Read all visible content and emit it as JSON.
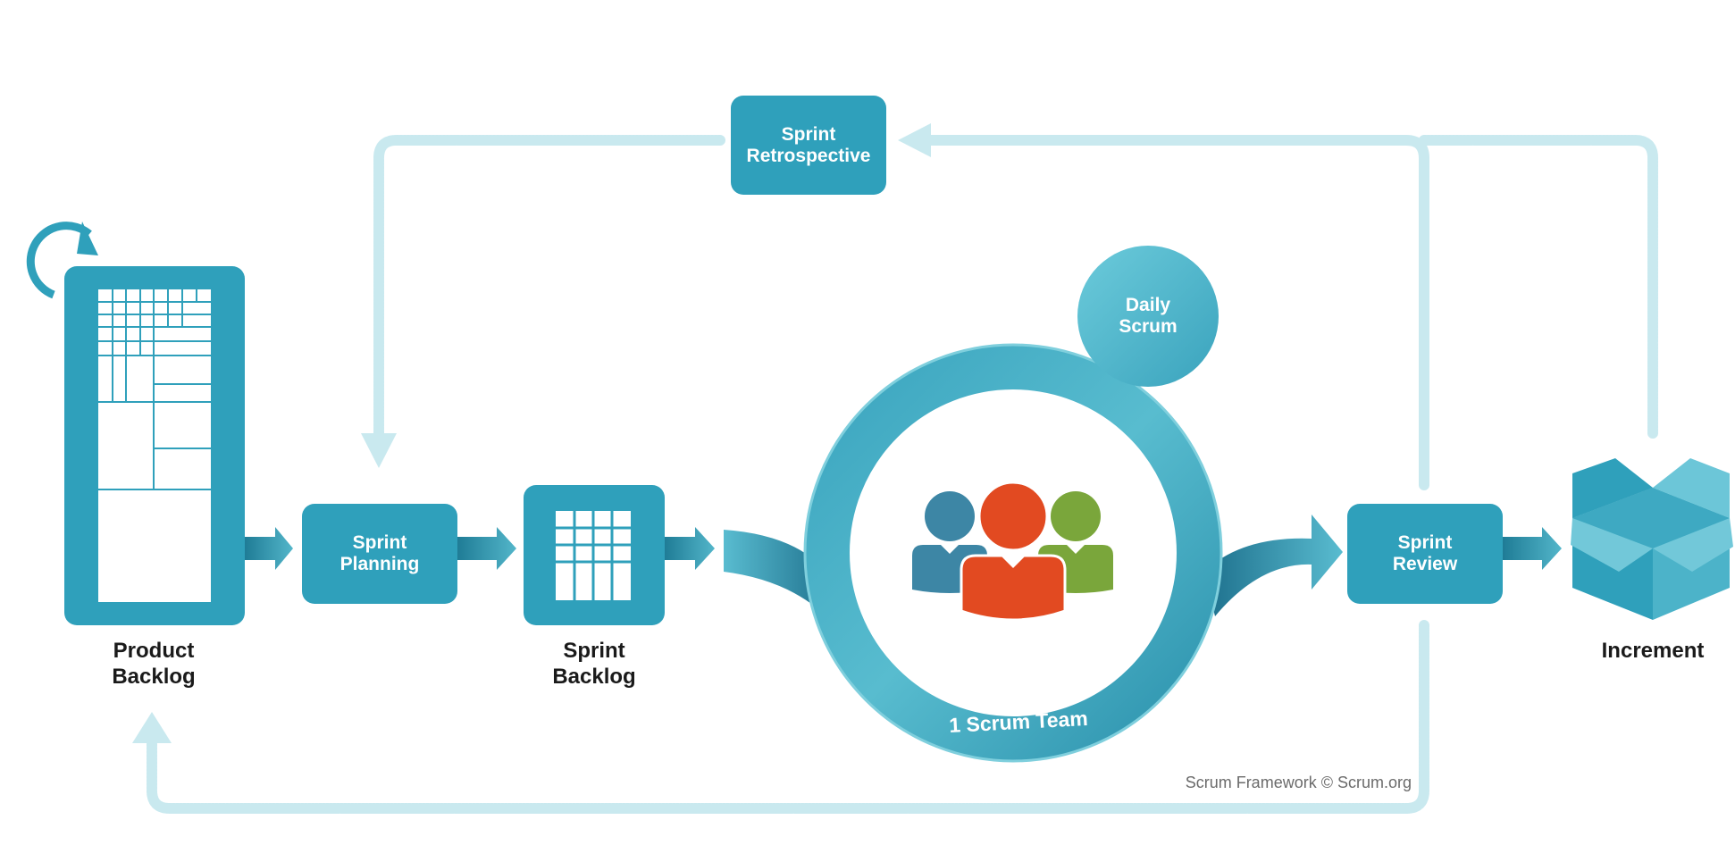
{
  "nodes": {
    "product_backlog": "Product\nBacklog",
    "sprint_planning": "Sprint\nPlanning",
    "sprint_backlog": "Sprint\nBacklog",
    "daily_scrum": "Daily\nScrum",
    "scrum_team": "1 Scrum Team",
    "sprint_review": "Sprint\nReview",
    "sprint_retrospective": "Sprint\nRetrospective",
    "increment": "Increment"
  },
  "credit": "Scrum Framework © Scrum.org",
  "colors": {
    "primary": "#2fa0bb",
    "light_loop": "#c9e9ef",
    "person_blue": "#3d86a5",
    "person_orange": "#e24a21",
    "person_green": "#7aa63b"
  }
}
